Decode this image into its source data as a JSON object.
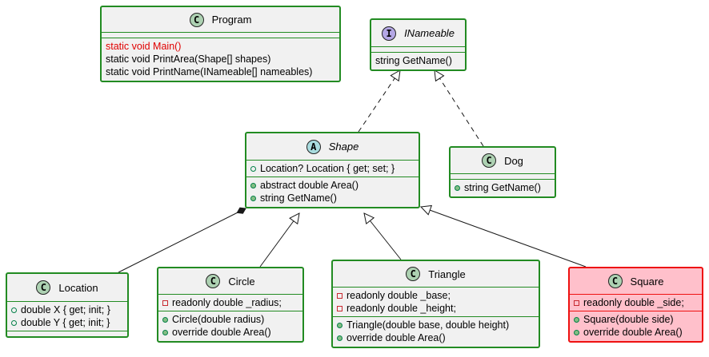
{
  "classes": {
    "program": {
      "icon": "C",
      "name": "Program",
      "methods": [
        {
          "text": "static void Main()",
          "vis": "none",
          "color": "red"
        },
        {
          "text": "static void PrintArea(Shape[] shapes)",
          "vis": "none"
        },
        {
          "text": "static void PrintName(INameable[] nameables)",
          "vis": "none"
        }
      ]
    },
    "inameable": {
      "icon": "I",
      "name": "INameable",
      "methods": [
        {
          "text": "string GetName()",
          "vis": "none"
        }
      ]
    },
    "shape": {
      "icon": "A",
      "name": "Shape",
      "fields": [
        {
          "text": "Location? Location { get; set; }",
          "vis": "pubo"
        }
      ],
      "methods": [
        {
          "text": "abstract double Area()",
          "vis": "pub"
        },
        {
          "text": "string GetName()",
          "vis": "pub"
        }
      ]
    },
    "dog": {
      "icon": "C",
      "name": "Dog",
      "methods": [
        {
          "text": "string GetName()",
          "vis": "pub"
        }
      ]
    },
    "location": {
      "icon": "C",
      "name": "Location",
      "fields": [
        {
          "text": "double X { get; init; }",
          "vis": "pubo"
        },
        {
          "text": "double Y { get; init; }",
          "vis": "pubo"
        }
      ]
    },
    "circle": {
      "icon": "C",
      "name": "Circle",
      "fields": [
        {
          "text": "readonly double _radius;",
          "vis": "priv"
        }
      ],
      "methods": [
        {
          "text": "Circle(double radius)",
          "vis": "pub"
        },
        {
          "text": "override double Area()",
          "vis": "pub"
        }
      ]
    },
    "triangle": {
      "icon": "C",
      "name": "Triangle",
      "fields": [
        {
          "text": "readonly double _base;",
          "vis": "priv"
        },
        {
          "text": "readonly double _height;",
          "vis": "priv"
        }
      ],
      "methods": [
        {
          "text": "Triangle(double base, double height)",
          "vis": "pub"
        },
        {
          "text": "override double Area()",
          "vis": "pub"
        }
      ]
    },
    "square": {
      "icon": "C",
      "name": "Square",
      "fields": [
        {
          "text": "readonly double _side;",
          "vis": "priv"
        }
      ],
      "methods": [
        {
          "text": "Square(double side)",
          "vis": "pub"
        },
        {
          "text": "override double Area()",
          "vis": "pub"
        }
      ]
    }
  },
  "colors": {
    "border": "#228b22",
    "fill": "#f1f1f1",
    "highlight_fill": "#ffc0cb",
    "highlight_border": "#ee1111",
    "entry_point_text": "#e00000"
  }
}
